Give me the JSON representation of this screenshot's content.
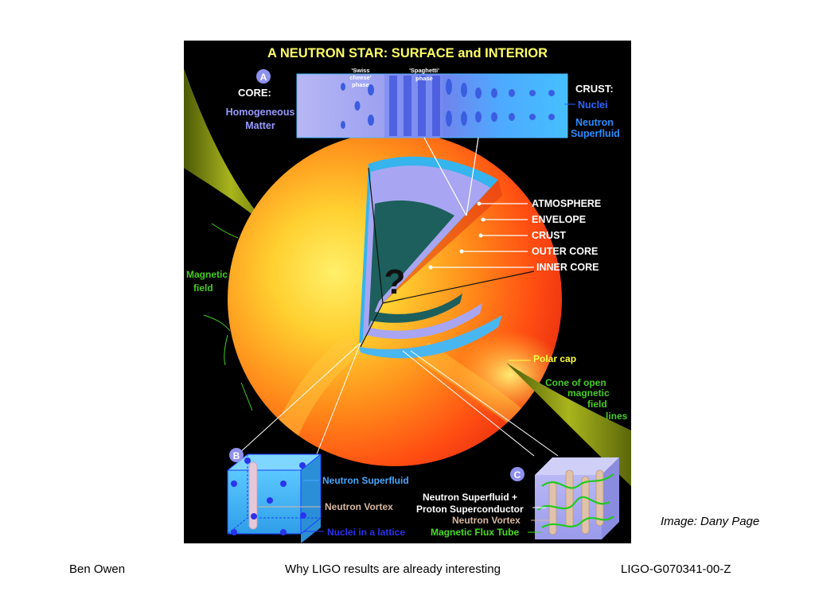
{
  "diagram": {
    "title": "A NEUTRON STAR:  SURFACE and INTERIOR",
    "inset_a": {
      "badge": "A",
      "core_heading": "CORE:",
      "core_desc": [
        "Homogeneous",
        "Matter"
      ],
      "swiss_phase": [
        "'Swiss",
        "cheese'",
        "phase"
      ],
      "spaghetti_phase": [
        "'Spaghetti'",
        "phase"
      ],
      "crust_heading": "CRUST:",
      "crust_items": [
        "Nuclei",
        "Neutron",
        "Superfluid"
      ]
    },
    "layers": [
      "ATMOSPHERE",
      "ENVELOPE",
      "CRUST",
      "OUTER CORE",
      "INNER CORE"
    ],
    "inner_core_symbol": "?",
    "magnetic_field_label": [
      "Magnetic",
      "field"
    ],
    "polar_cap_label": "Polar cap",
    "cone_label": [
      "Cone of open",
      "magnetic",
      "field",
      "lines"
    ],
    "inset_b": {
      "badge": "B",
      "labels": [
        "Neutron Superfluid",
        "Neutron Vortex",
        "Nuclei in a lattice"
      ]
    },
    "inset_c": {
      "badge": "C",
      "labels": [
        "Neutron Superfluid  +",
        "Proton Superconductor",
        "Neutron Vortex",
        "Magnetic Flux Tube"
      ]
    }
  },
  "credit": "Image: Dany Page",
  "footer": {
    "left": "Ben Owen",
    "center": "Why LIGO results are already interesting",
    "right": "LIGO-G070341-00-Z"
  },
  "colors": {
    "background": "#000000",
    "title": "#ffff66",
    "core_text": "#9999ff",
    "crust_text": "#2a8cff",
    "magnetic_green": "#44cc22",
    "polar_yellow": "#ffff44",
    "superfluid_blue": "#4aa8ff",
    "vortex_tan": "#d8b8a0"
  }
}
